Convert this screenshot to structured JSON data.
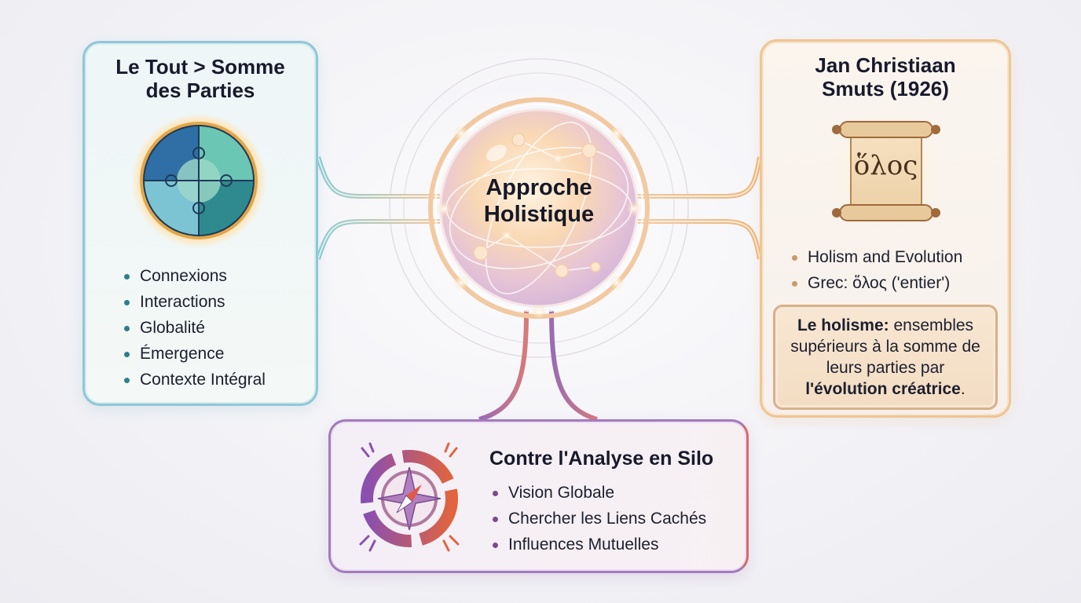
{
  "center": {
    "line1": "Approche",
    "line2": "Holistique",
    "icon": "network-sphere-icon"
  },
  "left_card": {
    "title_line1": "Le Tout > Somme",
    "title_line2": "des Parties",
    "icon": "puzzle-globe-icon",
    "items": [
      "Connexions",
      "Interactions",
      "Globalité",
      "Émergence",
      "Contexte Intégral"
    ],
    "accent": "#2f7c8c"
  },
  "right_card": {
    "title_line1": "Jan Christiaan",
    "title_line2": "Smuts (1926)",
    "icon": "scroll-icon",
    "scroll_text": "ὅλος",
    "items": [
      "Holism and Evolution",
      "Grec: ὅλος ('entier')"
    ],
    "note": {
      "bold_start": "Le holisme:",
      "text": " ensembles supérieurs à la somme de leurs parties par ",
      "bold_end": "l'évolution créatrice",
      "end": "."
    },
    "accent": "#c99a66"
  },
  "bottom_card": {
    "title": "Contre l'Analyse en Silo",
    "icon": "compass-cycle-icon",
    "items": [
      "Vision Globale",
      "Chercher les Liens Cachés",
      "Influences Mutuelles"
    ],
    "accent": "#7b4a8a"
  }
}
